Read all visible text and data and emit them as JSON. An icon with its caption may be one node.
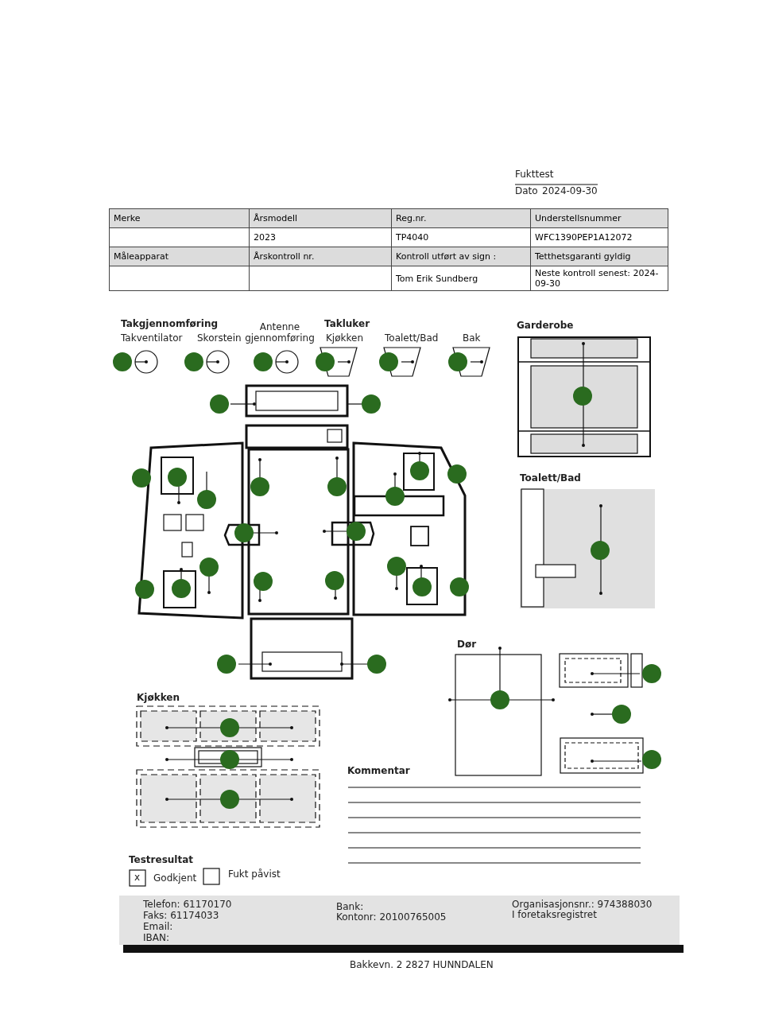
{
  "diagram": {
    "labels": [
      "Fukttest",
      "Dato",
      "2024-09-30",
      "Merke",
      "Årsmodell",
      "Reg.nr.",
      "Understellsnummer",
      "2023",
      "TP4040",
      "WFC1390PEP1A12072",
      "Måleapparat",
      "Årskontroll nr.",
      "Kontroll utført av sign :",
      "Tetthetsgaranti gyldig",
      "Tom Erik Sundberg",
      "Neste kontroll senest: 2024-09-30",
      "Takgjennomføring",
      "Takventilator",
      "Skorstein",
      "Antenne gjennomføring",
      "Takluker",
      "Kjøkken",
      "Toalett/Bad",
      "Bak",
      "Garderobe",
      "Toalett/Bad",
      "Dør",
      "Kjøkken",
      "Kommentar",
      "Testresultat",
      "x",
      "Godkjent",
      "Fukt påvist",
      "Telefon: 61170170",
      "Faks: 61174033",
      "Email:",
      "IBAN:",
      "Bank:",
      "Kontonr: 20100765005",
      "Organisasjonsnr.: 974388030",
      "I foretaksregistret",
      "Bakkevn. 2 2827 HUNNDALEN"
    ]
  }
}
